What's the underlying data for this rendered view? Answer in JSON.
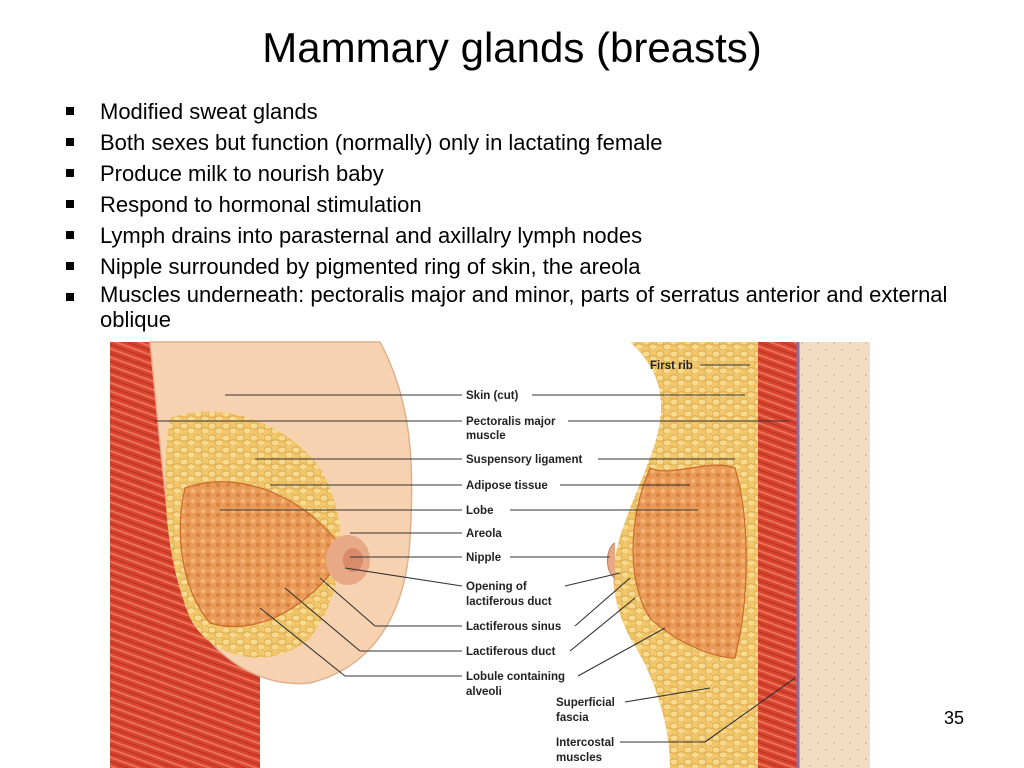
{
  "slide": {
    "title": "Mammary glands (breasts)",
    "bullets": [
      "Modified sweat glands",
      "Both sexes but function (normally) only in lactating female",
      "Produce milk to nourish baby",
      "Respond to hormonal stimulation",
      "Lymph drains into parasternal and axillalry lymph nodes",
      "Nipple surrounded by pigmented ring of skin, the areola",
      "Muscles underneath: pectoralis major and minor, parts of serratus anterior and external oblique"
    ],
    "page_number": "35"
  },
  "figure": {
    "labels": {
      "first_rib": "First rib",
      "skin_cut": "Skin (cut)",
      "pectoralis_line1": "Pectoralis major",
      "pectoralis_line2": "muscle",
      "suspensory_ligament": "Suspensory ligament",
      "adipose_tissue": "Adipose tissue",
      "lobe": "Lobe",
      "areola": "Areola",
      "nipple": "Nipple",
      "opening_line1": "Opening of",
      "opening_line2": "lactiferous duct",
      "lactiferous_sinus": "Lactiferous sinus",
      "lactiferous_duct": "Lactiferous duct",
      "lobule_line1": "Lobule containing",
      "lobule_line2": "alveoli",
      "superficial_line1": "Superficial",
      "superficial_line2": "fascia",
      "intercostal_line1": "Intercostal",
      "intercostal_line2": "muscles"
    }
  }
}
